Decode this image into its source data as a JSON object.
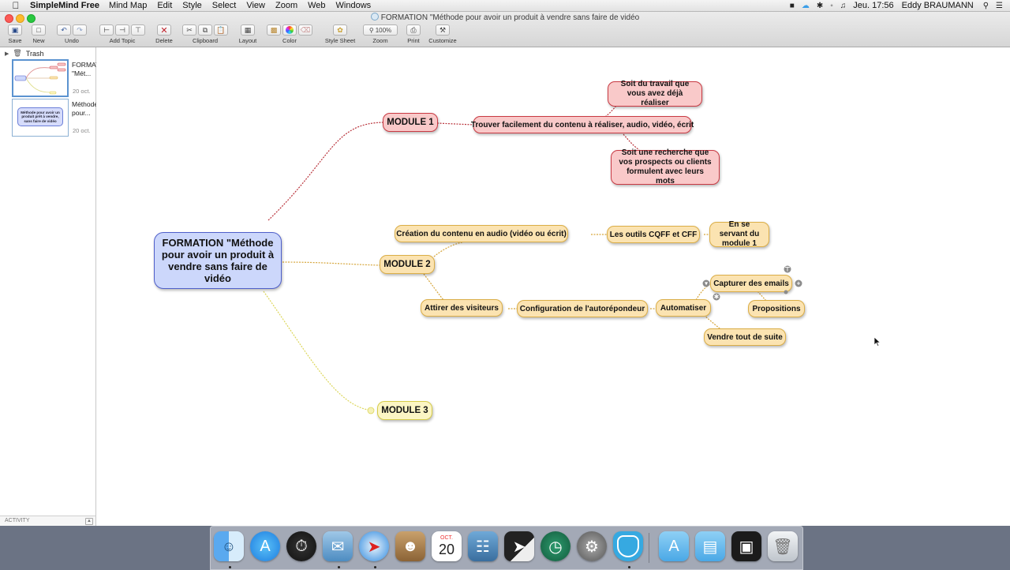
{
  "menubar": {
    "app_name": "SimpleMind Free",
    "items": [
      "Mind Map",
      "Edit",
      "Style",
      "Select",
      "View",
      "Zoom",
      "Web",
      "Windows"
    ],
    "clock": "Jeu. 17:56",
    "user": "Eddy BRAUMANN"
  },
  "window": {
    "title": "FORMATION \"Méthode pour avoir un produit à vendre sans faire de vidéo"
  },
  "toolbar": {
    "save": "Save",
    "new": "New",
    "undo": "Undo",
    "add_topic": "Add Topic",
    "delete": "Delete",
    "clipboard": "Clipboard",
    "layout": "Layout",
    "color": "Color",
    "style_sheet": "Style Sheet",
    "zoom": "Zoom",
    "zoom_level": "100%",
    "print": "Print",
    "customize": "Customize"
  },
  "sidebar": {
    "trash": "Trash",
    "documents": [
      {
        "title": "FORMATION \"Mét...",
        "date": "20 oct."
      },
      {
        "title": "Méthode pour...",
        "date": "20 oct."
      }
    ],
    "thumb_node_text": "Méthode pour avoir un produit prêt à vendre, sans faire de vidéo",
    "activity": "ACTIVITY"
  },
  "mindmap": {
    "central": "FORMATION \"Méthode pour avoir un produit à vendre sans faire de vidéo",
    "module1": {
      "label": "MODULE 1",
      "child": "Trouver facilement du contenu à réaliser, audio, vidéo, écrit",
      "leaf_top": "Soit du travail que vous avez déjà réaliser",
      "leaf_bottom": "Soit une recherche que vos prospects ou clients formulent avec leurs mots"
    },
    "module2": {
      "label": "MODULE 2",
      "creation": "Création du contenu en audio (vidéo ou écrit)",
      "outils": "Les outils CQFF et CFF",
      "servant": "En se servant du module 1",
      "attirer": "Attirer des visiteurs",
      "config": "Configuration de l'autorépondeur",
      "automatiser": "Automatiser",
      "capturer": "Capturer des emails",
      "propositions": "Propositions",
      "vendre": "Vendre tout de suite"
    },
    "module3": {
      "label": "MODULE 3"
    },
    "colors": {
      "central_fill": "#ccd7fb",
      "central_border": "#4f5fca",
      "module1_fill": "#f9c9c9",
      "module1_border": "#c93a43",
      "module2_fill": "#fbe3b1",
      "module2_border": "#dbae47",
      "module3_fill": "#fbf5c4",
      "module3_border": "#d6cc49"
    }
  },
  "dock": {
    "icons": [
      "finder-icon",
      "app-store-icon",
      "dashboard-icon",
      "mail-icon",
      "safari-icon",
      "contacts-icon",
      "calendar-icon",
      "photos-icon",
      "simplemind-pro-icon",
      "time-machine-icon",
      "system-preferences-icon",
      "simplemind-icon",
      "applications-folder-icon",
      "documents-folder-icon",
      "screen-recording-icon",
      "trash-icon"
    ],
    "calendar_month": "OCT.",
    "calendar_day": "20"
  }
}
